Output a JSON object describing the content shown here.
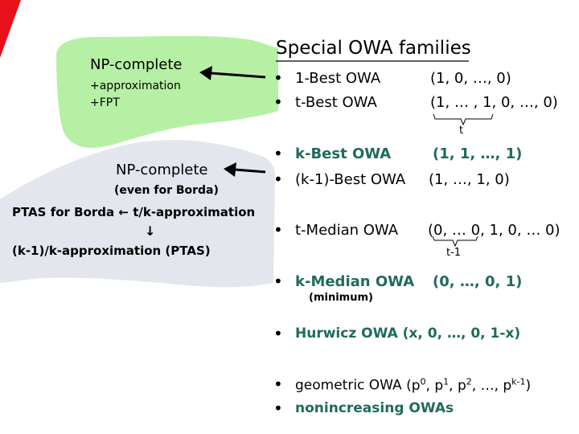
{
  "title": "Special OWA families",
  "left": {
    "top_bubble": {
      "heading": "NP-complete",
      "line1": "+approximation",
      "line2": "+FPT"
    },
    "bottom_bubble": {
      "heading": "NP-complete",
      "note": "(even for Borda)",
      "line1_part1": "PTAS for Borda",
      "arrow_left": "←",
      "line1_part2": "t/k-approximation",
      "arrow_down": "↓",
      "line2": "(k-1)/k-approximation (PTAS)"
    }
  },
  "families": {
    "best1": {
      "bullet": "•",
      "name": "1-Best OWA",
      "vector": "(1, 0, …, 0)"
    },
    "bestt": {
      "bullet": "•",
      "name": "t-Best OWA",
      "vector": "(1, … , 1, 0, …, 0)",
      "brace_label": "t"
    },
    "bestk": {
      "bullet": "•",
      "name": "k-Best OWA",
      "vector": "(1, 1, …, 1)"
    },
    "bestk1": {
      "bullet": "•",
      "name": "(k-1)-Best OWA",
      "vector": "(1, …, 1, 0)"
    },
    "mediant": {
      "bullet": "•",
      "name": "t-Median OWA",
      "vector": "(0, … 0, 1, 0, … 0)",
      "brace_label": "t-1"
    },
    "mediank": {
      "bullet": "•",
      "name": "k-Median OWA",
      "vector": "(0, …, 0, 1)",
      "note": "(minimum)"
    },
    "hurwicz": {
      "bullet": "•",
      "name": "Hurwicz OWA (x, 0, …, 0, 1-x)"
    },
    "geometric": {
      "bullet": "•",
      "name": "geometric OWA",
      "vector_open": "(p",
      "e0": "0",
      "s1": ", p",
      "e1": "1",
      "s2": ", p",
      "e2": "2",
      "s3": ", …, p",
      "ek": "k-1",
      "vector_close": ")"
    },
    "nonincreasing": {
      "bullet": "•",
      "name": "nonincreasing OWAs"
    }
  },
  "colors": {
    "green_bubble": "#b6f0a4",
    "gray_bubble": "#e3e6ec",
    "dark_green_text": "#1f6b5c",
    "corner_red": "#e8101a"
  }
}
